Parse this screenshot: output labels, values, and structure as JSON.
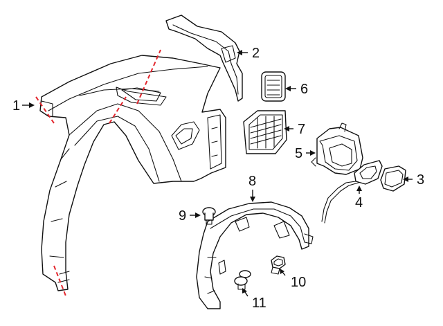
{
  "callouts": {
    "c1": "1",
    "c2": "2",
    "c3": "3",
    "c4": "4",
    "c5": "5",
    "c6": "6",
    "c7": "7",
    "c8": "8",
    "c9": "9",
    "c10": "10",
    "c11": "11"
  },
  "colors": {
    "line": "#111111",
    "cut_line": "#e3262d",
    "background": "#ffffff"
  }
}
